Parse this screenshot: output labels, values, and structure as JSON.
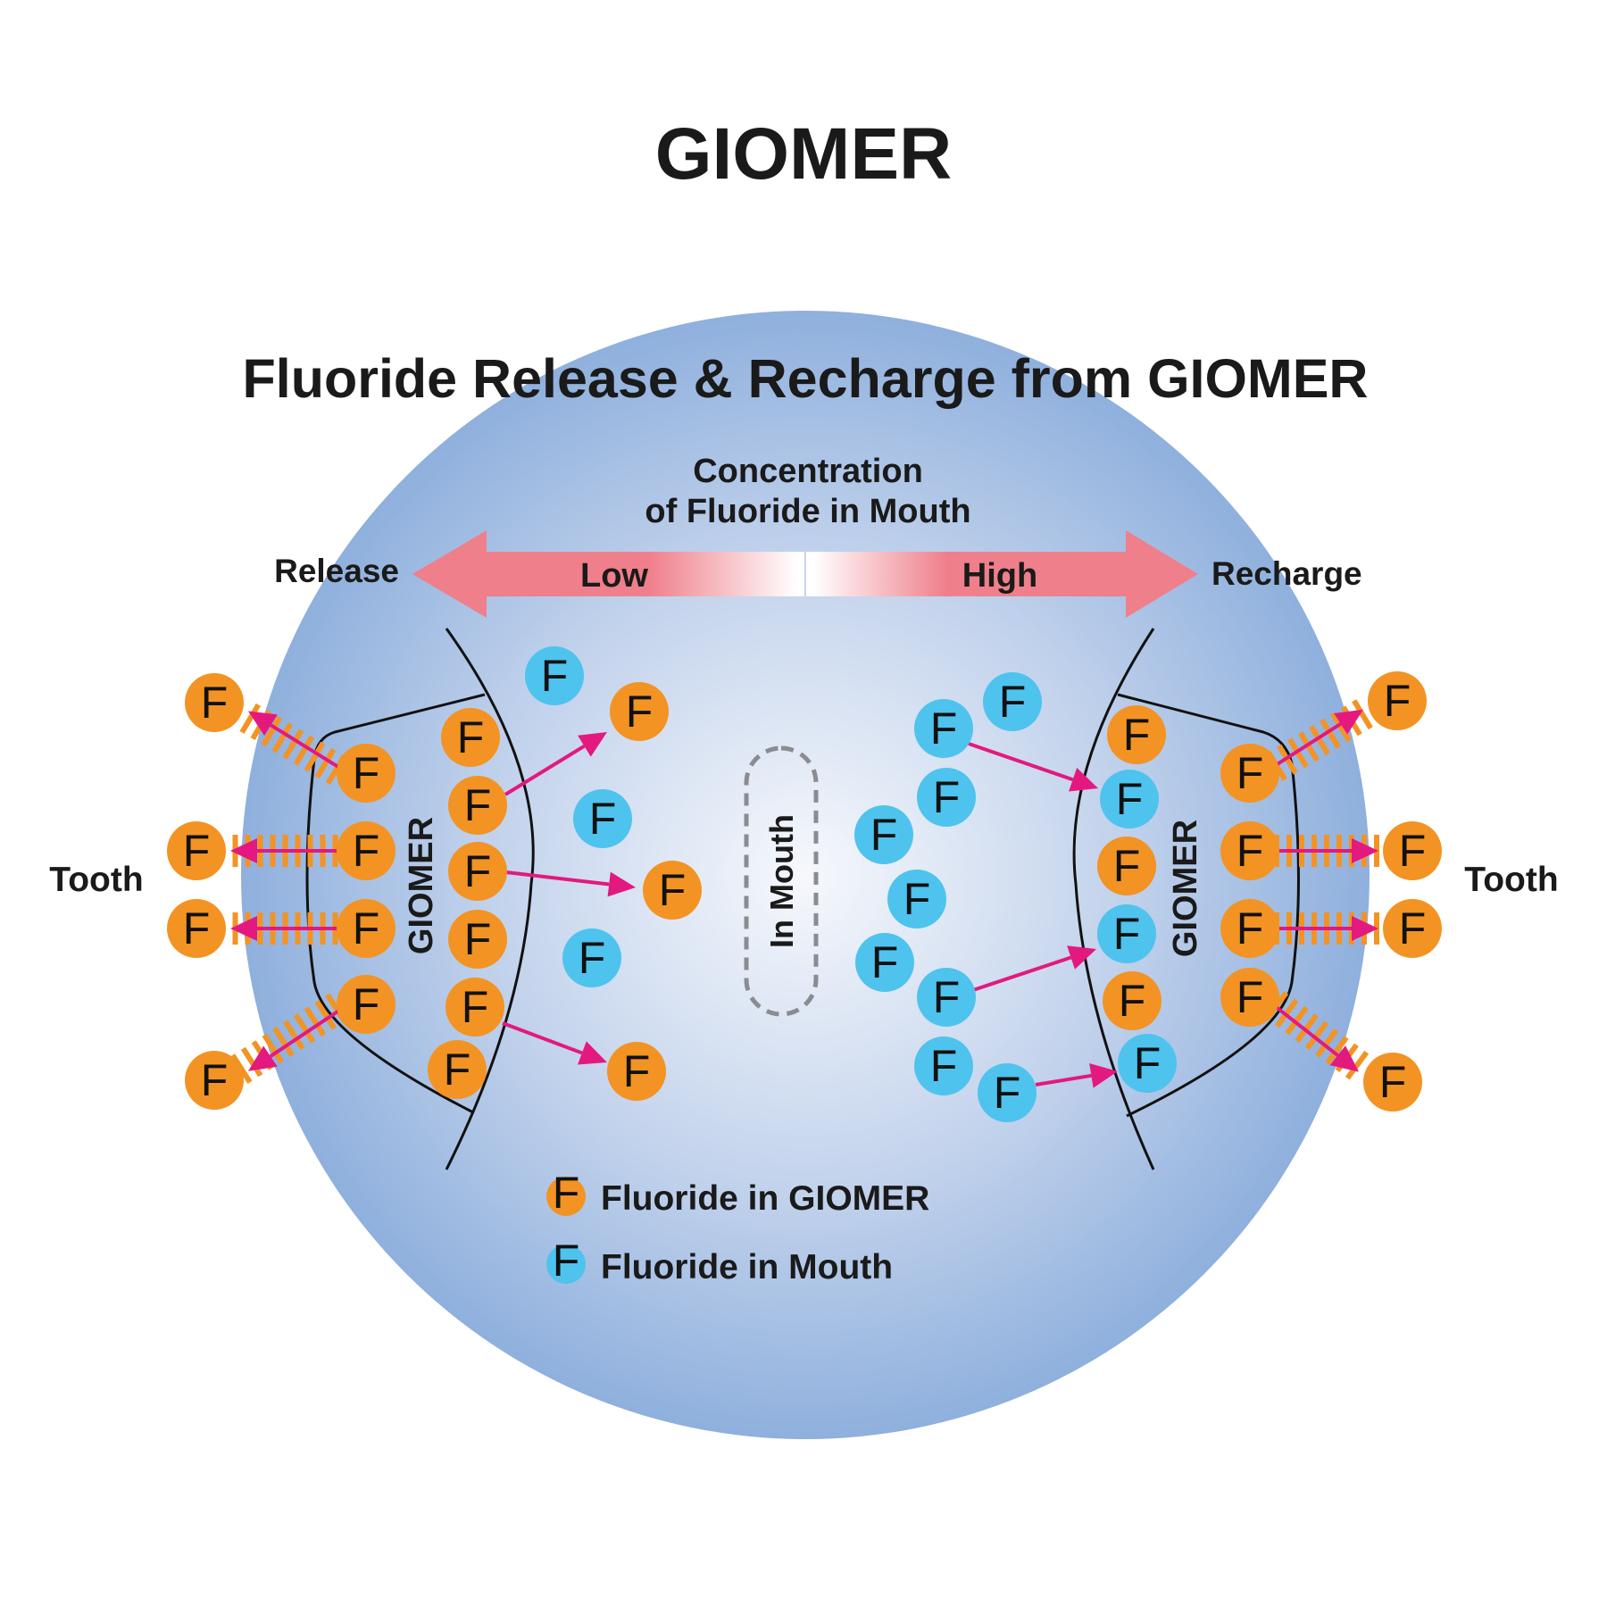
{
  "title": "GIOMER",
  "subtitle": "Fluoride Release & Recharge from GIOMER",
  "concentration": {
    "line1": "Concentration",
    "line2": "of Fluoride in Mouth",
    "low_label": "Low",
    "high_label": "High",
    "left_label": "Release",
    "right_label": "Recharge"
  },
  "labels": {
    "tooth_left": "Tooth",
    "tooth_right": "Tooth",
    "giomer_left": "GIOMER",
    "giomer_right": "GIOMER",
    "in_mouth": "In Mouth",
    "ion_letter": "F"
  },
  "legend": [
    {
      "kind": "giomer",
      "label": "Fluoride in GIOMER",
      "color": "#f39323"
    },
    {
      "kind": "mouth",
      "label": "Fluoride in Mouth",
      "color": "#4ec3ee"
    }
  ],
  "colors": {
    "giomer_fluoride": "#f39323",
    "mouth_fluoride": "#4ec3ee",
    "arrow": "#e3197f",
    "hatch": "#f39323",
    "concentration_arrow": "#ef7f8b",
    "background_circle_edge": "#94b3de",
    "background_circle_center": "#f4f7fc"
  }
}
